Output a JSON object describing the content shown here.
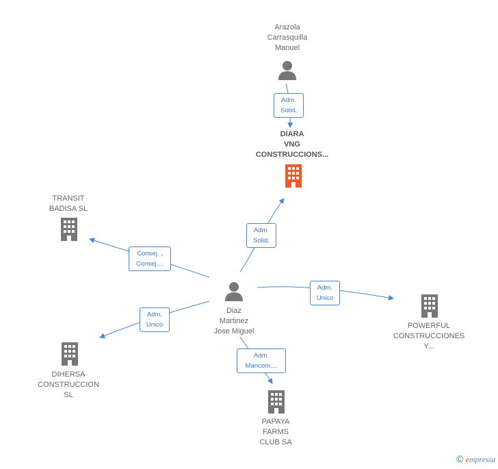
{
  "diagram": {
    "nodes": [
      {
        "id": "arazola",
        "kind": "person",
        "label": "Arazola\nCarrasquilla\nManuel",
        "color": "#777777"
      },
      {
        "id": "diara",
        "kind": "company",
        "label": "DIARA\nVNG\nCONSTRUCCIONS...",
        "color": "#f05a28",
        "focus": true
      },
      {
        "id": "transit",
        "kind": "company",
        "label": "TRANSIT\nBADISA  SL",
        "color": "#777777"
      },
      {
        "id": "diaz",
        "kind": "person",
        "label": "Diaz\nMartinez\nJose Miguel",
        "color": "#777777"
      },
      {
        "id": "powerful",
        "kind": "company",
        "label": "POWERFUL\nCONSTRUCCIONES\nY...",
        "color": "#777777"
      },
      {
        "id": "dihersa",
        "kind": "company",
        "label": "DIHERSA\nCONSTRUCCION\nSL",
        "color": "#777777"
      },
      {
        "id": "papaya",
        "kind": "company",
        "label": "PAPAYA\nFARMS\nCLUB SA",
        "color": "#777777"
      }
    ],
    "edges": [
      {
        "from": "arazola",
        "to": "diara",
        "label": "Adm.\nSolid."
      },
      {
        "from": "diaz",
        "to": "diara",
        "label": "Adm.\nSolid."
      },
      {
        "from": "diaz",
        "to": "transit",
        "label": "Consej. ,\nConsej...."
      },
      {
        "from": "diaz",
        "to": "powerful",
        "label": "Adm.\nUnico"
      },
      {
        "from": "diaz",
        "to": "dihersa",
        "label": "Adm.\nUnico"
      },
      {
        "from": "diaz",
        "to": "papaya",
        "label": "Adm.\nMancom...."
      }
    ],
    "edge_color": "#4a86d0"
  },
  "footer": {
    "copyright_symbol": "©",
    "brand_initial": "e",
    "brand_rest": "mpresia"
  }
}
